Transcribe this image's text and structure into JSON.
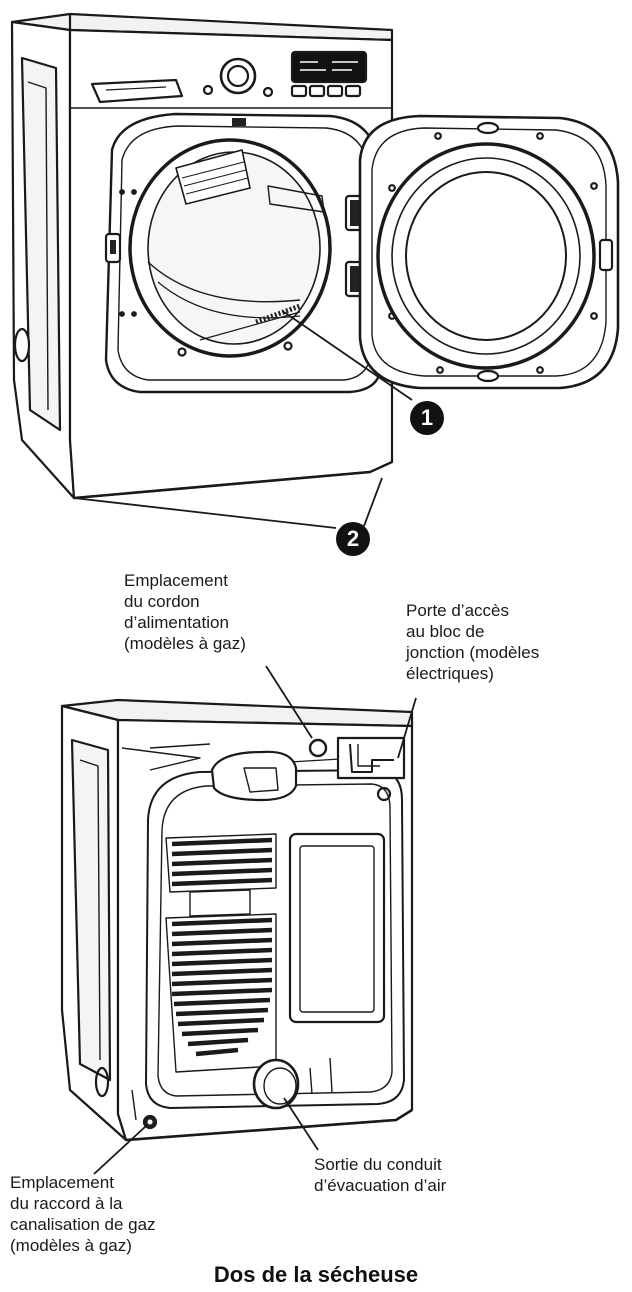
{
  "callouts": {
    "one": "1",
    "two": "2"
  },
  "labels": {
    "power_cord": "Emplacement\ndu cordon\nd’alimentation\n(modèles à gaz)",
    "terminal_block": "Porte d’accès\nau bloc de\njonction (modèles\nélectriques)",
    "gas_connection": "Emplacement\ndu raccord à la\ncanalisation de gaz\n(modèles à gaz)",
    "exhaust_outlet": "Sortie du conduit\nd’évacuation d’air"
  },
  "caption": "Dos de la sécheuse",
  "icons": [
    "dryer-front-illustration",
    "dryer-back-illustration"
  ]
}
